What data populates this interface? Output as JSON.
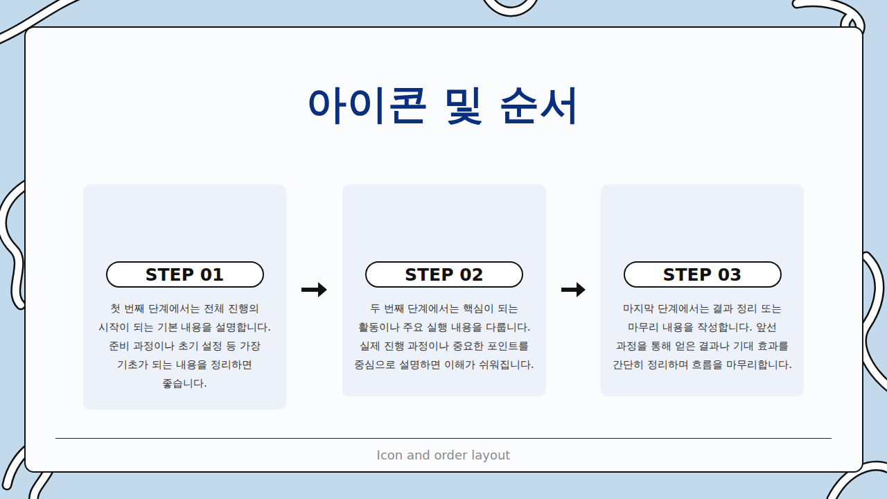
{
  "diagram": {
    "title": "아이콘 및 순서",
    "caption": "Icon and order layout",
    "nodes": [
      {
        "text": [
          "첫 번째 단계에서는 전체 진행의 시작이 되는 기본 내용을 설명합니다. 준비 과정이나 초기 설정 등 가장 기초가 되는 내용을 정리하면 좋습니다."
        ]
      },
      {
        "text": [
          "STEP 01"
        ],
        "in": 0
      },
      {
        "text": [
          "두 번째 단계에서는 핵심이 되는 활동이나 주요 실행 내용을 다룹니다. 실제 진행 과정이나 중요한 포인트를 중심으로 설명하면 이해가 쉬워집니다."
        ]
      },
      {
        "text": [
          "STEP 02"
        ],
        "in": 2
      },
      {
        "text": [
          "마지막 단계에서는 결과 정리 또는 마무리 내용을 작성합니다. 앞선 과정을 통해 얻은 결과나 기대 효과를 간단히 정리하며 흐름을 마무리합니다."
        ]
      },
      {
        "text": [
          "STEP 03"
        ],
        "in": 4
      }
    ],
    "edges": [
      {
        "from": 0,
        "to": 2,
        "arrow": "to"
      },
      {
        "from": 2,
        "to": 4,
        "arrow": "to"
      }
    ]
  }
}
